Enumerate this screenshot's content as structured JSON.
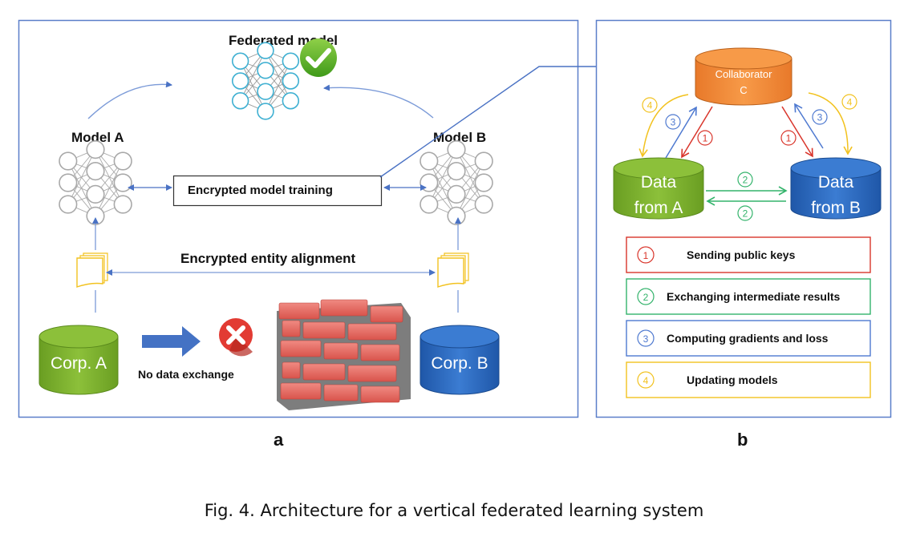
{
  "figure": {
    "caption": "Fig. 4.  Architecture for a vertical federated learning system",
    "colors": {
      "panel_border": "#5b7fc9",
      "arrow_blue": "#4a72c4",
      "green_db": "#7cae2e",
      "blue_db": "#2e6cc0",
      "orange_db": "#f08c36",
      "red": "#d9352b",
      "green": "#33b36b",
      "blue": "#4e79d0",
      "yellow": "#f2c21f",
      "check_green": "#5cb82a",
      "cross_red": "#e23b33",
      "brick": "#e4665e"
    }
  },
  "panel_a": {
    "label": "a",
    "federated_model_label": "Federated model",
    "model_a_label": "Model A",
    "model_b_label": "Model B",
    "encrypted_training_label": "Encrypted model training",
    "entity_alignment_label": "Encrypted entity alignment",
    "corp_a_label": "Corp. A",
    "corp_b_label": "Corp. B",
    "no_exchange_label": "No data exchange",
    "icons": {
      "federated": "neural-network-icon",
      "check": "check-circle-icon",
      "cross": "x-circle-icon",
      "firewall": "brick-wall-icon",
      "documents": "document-stack-icon",
      "database": "database-icon"
    }
  },
  "panel_b": {
    "label": "b",
    "collaborator_line1": "Collaborator",
    "collaborator_line2": "C",
    "data_a_line1": "Data",
    "data_a_line2": "from A",
    "data_b_line1": "Data",
    "data_b_line2": "from B",
    "step_markers": {
      "one": "1",
      "two": "2",
      "three": "3",
      "four": "4"
    },
    "legend": [
      {
        "num": "1",
        "text": "Sending public keys",
        "color_key": "red"
      },
      {
        "num": "2",
        "text": "Exchanging  intermediate results",
        "color_key": "green"
      },
      {
        "num": "3",
        "text": "Computing gradients and loss",
        "color_key": "blue"
      },
      {
        "num": "4",
        "text": "Updating models",
        "color_key": "yellow"
      }
    ]
  }
}
